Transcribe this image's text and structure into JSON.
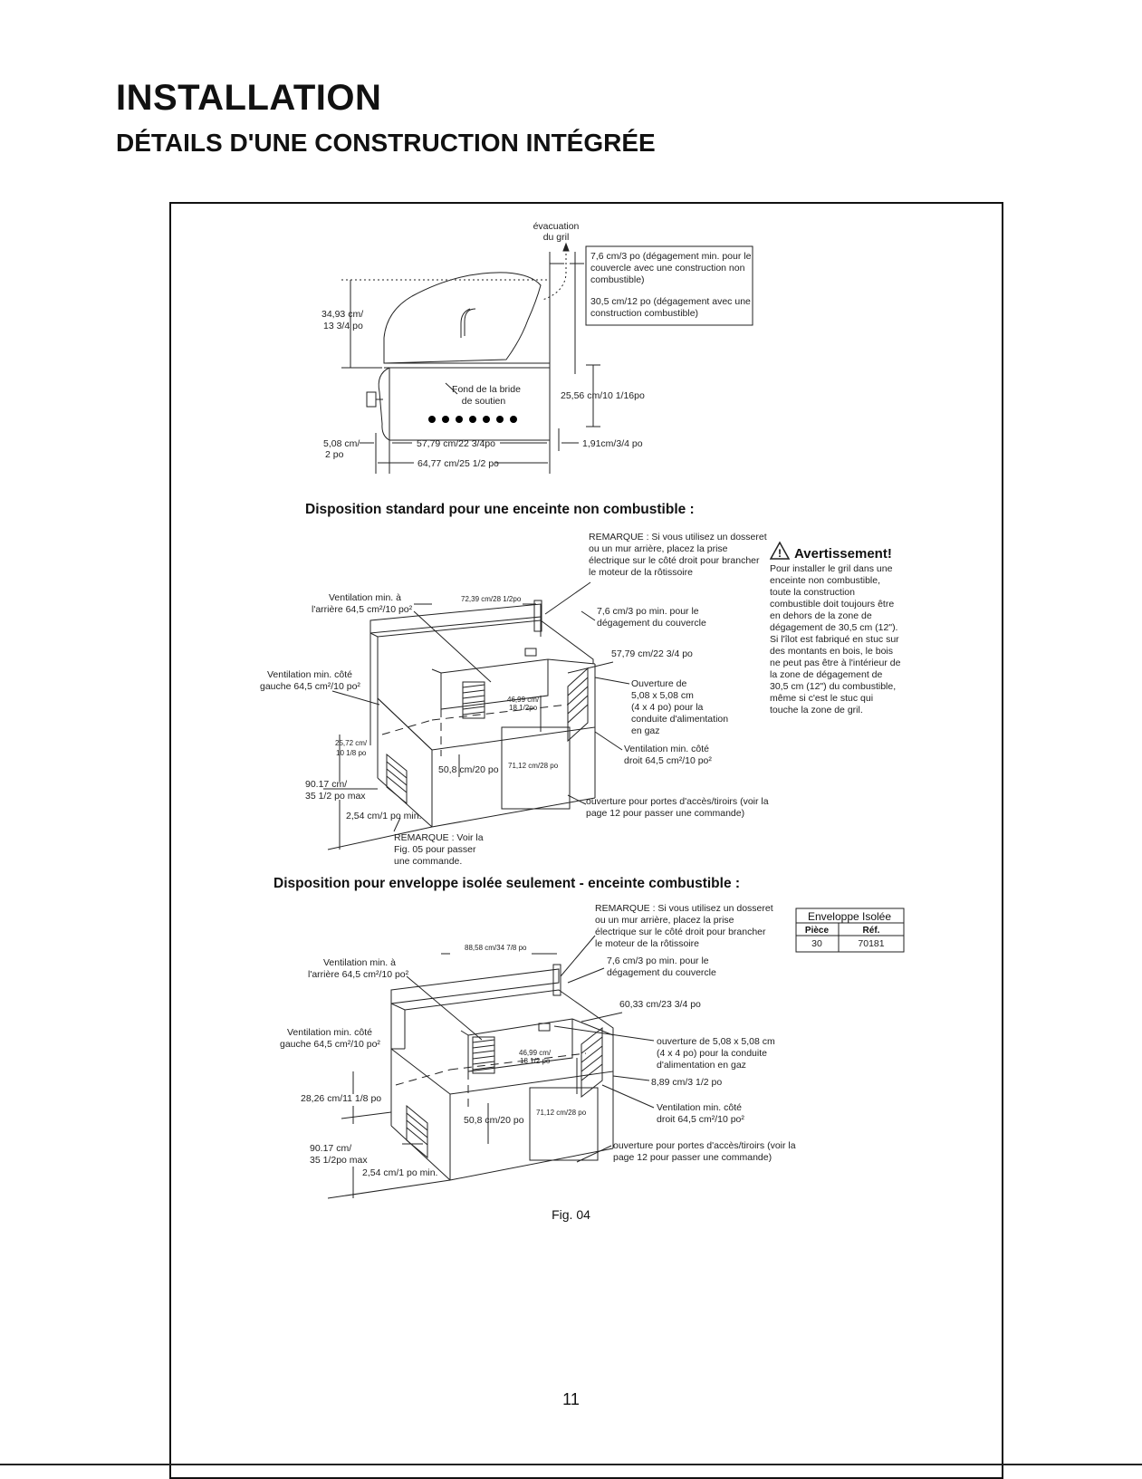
{
  "header": {
    "title": "INSTALLATION",
    "subtitle": "DÉTAILS D'UNE CONSTRUCTION INTÉGRÉE"
  },
  "top_diagram": {
    "exhaust": [
      "évacuation",
      "du gril"
    ],
    "clearance_note": [
      "7,6 cm/3 po (dégagement min. pour le",
      "couvercle avec une construction non",
      "combustible)",
      "30,5 cm/12 po (dégagement avec une",
      "construction combustible)"
    ],
    "height": [
      "34,93 cm/",
      "13 3/4 po"
    ],
    "flange": [
      "Fond de la bride",
      "de soutien"
    ],
    "depth": "25,56 cm/10 1/16po",
    "left_dim": [
      "5,08 cm/",
      "2 po"
    ],
    "width_inner": "57,79 cm/22 3/4po",
    "width_outer": "64,77 cm/25 1/2 po",
    "right_dim": "1,91cm/3/4 po"
  },
  "section1": {
    "heading": "Disposition standard pour une enceinte non combustible :",
    "note_top": [
      "REMARQUE : Si vous utilisez un dosseret",
      "ou un mur arrière, placez la prise",
      "électrique sur le côté droit pour brancher",
      "le moteur de la rôtissoire"
    ],
    "vent_rear": [
      "Ventilation min. à",
      "l'arrière 64,5 cm²/10 po²"
    ],
    "width": "72,39 cm/28 1/2po",
    "lid_clear": [
      "7,6 cm/3 po min. pour le",
      "dégagement du couvercle"
    ],
    "depth": "57,79 cm/22 3/4 po",
    "vent_left": [
      "Ventilation min. côté",
      "gauche 64,5 cm²/10 po²"
    ],
    "inner": [
      "46,99 cm/",
      "18 1/2po"
    ],
    "gas": [
      "Ouverture de",
      "5,08 x 5,08 cm",
      "(4 x 4 po) pour la",
      "conduite d'alimentation",
      "en gaz"
    ],
    "h1": [
      "25,72 cm/",
      "10 1/8 po"
    ],
    "door_w": "71,12 cm/28 po",
    "door_h": "50,8 cm/20 po",
    "vent_right": [
      "Ventilation min. côté",
      "droit 64,5 cm²/10 po²"
    ],
    "total_h": [
      "90.17 cm/",
      "35 1/2 po max"
    ],
    "min": "2,54 cm/1 po min.",
    "door_note": [
      "ouverture pour portes d'accès/tiroirs (voir la",
      "page 12 pour passer une commande)"
    ],
    "note_bottom": [
      "REMARQUE : Voir la",
      "Fig. 05 pour passer",
      "une commande."
    ]
  },
  "warning": {
    "title": "Avertissement!",
    "lines": [
      "Pour installer le gril dans une",
      "enceinte non combustible,",
      "toute la construction",
      "combustible doit toujours être",
      "en dehors de la zone de",
      "dégagement de 30,5 cm (12\").",
      "Si l'îlot est fabriqué en stuc sur",
      "des montants en bois, le bois",
      "ne peut pas être à l'intérieur de",
      "la zone de dégagement de",
      "30,5 cm (12\") du combustible,",
      "même si c'est le stuc qui",
      "touche la zone de gril."
    ]
  },
  "section2": {
    "heading": "Disposition pour enveloppe isolée seulement - enceinte combustible :",
    "note_top": [
      "REMARQUE : Si vous utilisez un dosseret",
      "ou un mur arrière, placez la prise",
      "électrique sur le côté droit pour brancher",
      "le moteur de la rôtissoire"
    ],
    "width": "88,58 cm/34 7/8 po",
    "vent_rear": [
      "Ventilation min. à",
      "l'arrière 64,5 cm²/10 po²"
    ],
    "lid_clear": [
      "7,6 cm/3 po min. pour le",
      "dégagement du couvercle"
    ],
    "depth": "60,33 cm/23 3/4 po",
    "vent_left": [
      "Ventilation min. côté",
      "gauche 64,5 cm²/10 po²"
    ],
    "inner": [
      "46,99 cm/",
      "18 1/2 po"
    ],
    "gas": [
      "ouverture de 5,08 x 5,08 cm",
      "(4 x 4 po) pour la conduite",
      "d'alimentation en gaz"
    ],
    "h1": "28,26 cm/11 1/8 po",
    "side": "8,89 cm/3 1/2 po",
    "door_w": "71,12 cm/28 po",
    "door_h": "50,8 cm/20 po",
    "vent_right": [
      "Ventilation min. côté",
      "droit 64,5 cm²/10 po²"
    ],
    "total_h": [
      "90.17 cm/",
      "35 1/2po max"
    ],
    "min": "2,54 cm/1 po min.",
    "door_note": [
      "ouverture pour portes d'accès/tiroirs (voir la",
      "page 12 pour passer une commande)"
    ]
  },
  "table": {
    "title": "Enveloppe Isolée",
    "headers": [
      "Pièce",
      "Réf."
    ],
    "rows": [
      [
        "30",
        "70181"
      ]
    ]
  },
  "caption": "Fig. 04",
  "page_number": "11"
}
